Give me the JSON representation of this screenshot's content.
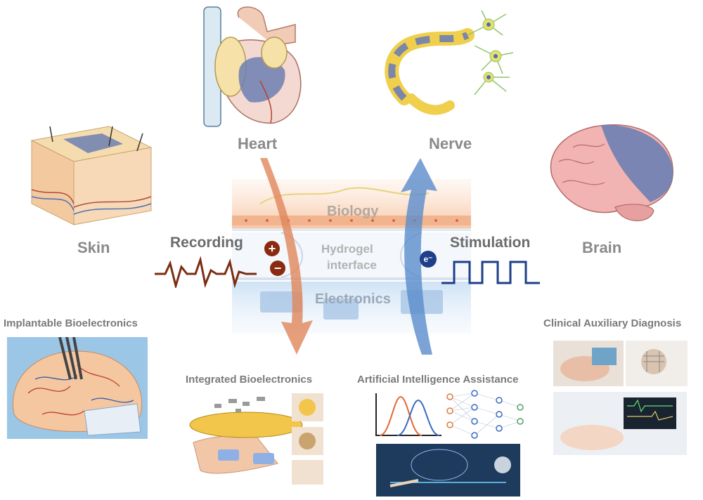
{
  "organs": {
    "heart": "Heart",
    "nerve": "Nerve",
    "skin": "Skin",
    "brain": "Brain"
  },
  "center": {
    "biology": "Biology",
    "hydrogel_line1": "Hydrogel",
    "hydrogel_line2": "interface",
    "electronics": "Electronics",
    "recording": "Recording",
    "stimulation": "Stimulation",
    "plus_symbol": "+",
    "minus_symbol": "−",
    "electron_symbol": "e⁻"
  },
  "applications": {
    "implantable": "Implantable Bioelectronics",
    "integrated": "Integrated Bioelectronics",
    "ai": "Artificial Intelligence Assistance",
    "clinical": "Clinical Auxiliary Diagnosis"
  },
  "colors": {
    "recording_wave": "#7a2e12",
    "stimulation_wave": "#1e3f8a",
    "down_arrow": "#e0865a",
    "up_arrow": "#5a8ccc",
    "plus_minus": "#8a2a10",
    "electron": "#1e3f8a"
  },
  "icons": [
    "heart-illustration",
    "nerve-cell-illustration",
    "skin-illustration",
    "brain-illustration",
    "recording-wave-icon",
    "stimulation-wave-icon"
  ]
}
